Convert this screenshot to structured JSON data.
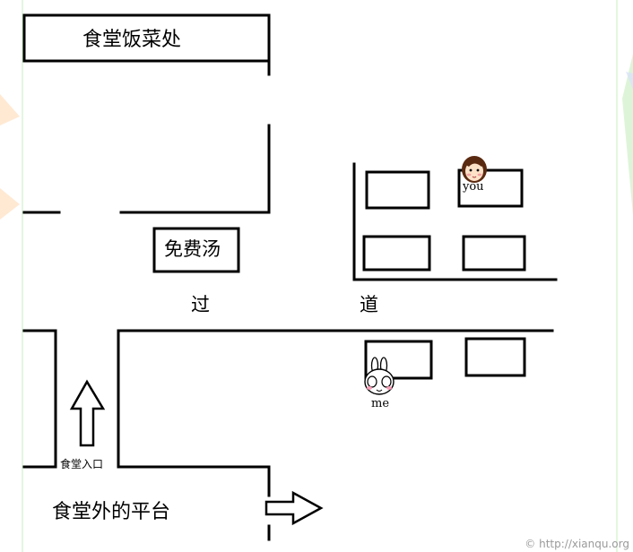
{
  "labels": {
    "serving_counter": "食堂饭菜处",
    "free_soup": "免费汤",
    "aisle_left": "过",
    "aisle_right": "道",
    "entrance": "食堂入口",
    "platform": "食堂外的平台",
    "you": "you",
    "me": "me"
  },
  "watermark": "© http://xianqu.org",
  "colors": {
    "line": "#000000",
    "frame_green": "#b8e8b0",
    "faint_blue": "#d8e4f8",
    "faint_green": "#c8ecc0",
    "faint_orange": "#ffe0c0"
  },
  "icons": {
    "you": "girl-face-icon",
    "me": "bunny-cover-face-icon",
    "up_arrow": "up-arrow-icon",
    "right_arrow": "right-arrow-icon"
  }
}
